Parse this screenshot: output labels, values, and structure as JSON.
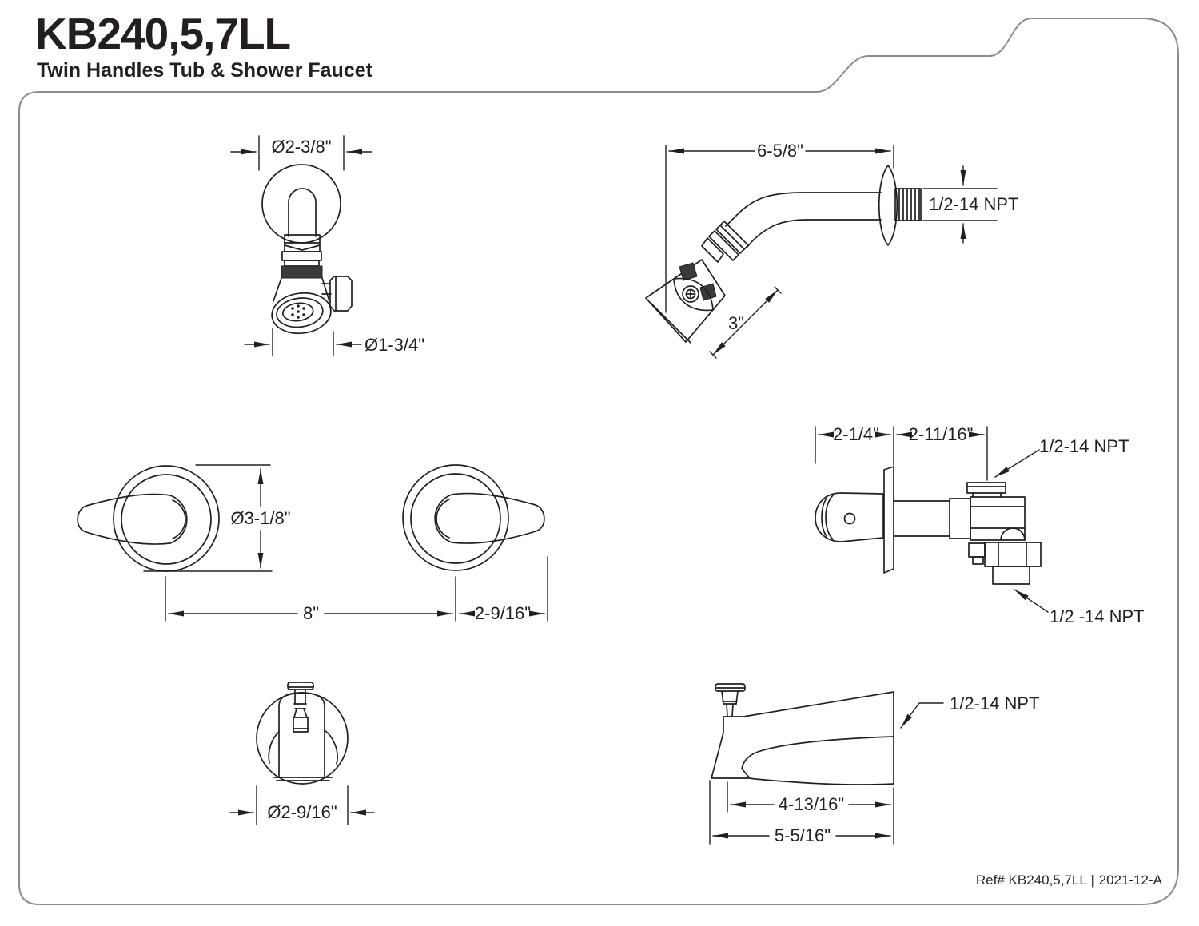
{
  "header": {
    "model": "KB240,5,7LL",
    "subtitle": "Twin Handles Tub & Shower Faucet"
  },
  "footer": {
    "ref_label": "Ref# KB240,5,7LL",
    "separator": "|",
    "revision": "2021-12-A"
  },
  "colors": {
    "line": "#231f20",
    "border": "#8a8d8f",
    "background": "#ffffff"
  },
  "views": {
    "shower_head_front": {
      "dim_escutcheon": "Ø2-3/8\"",
      "dim_face": "Ø1-3/4\""
    },
    "shower_arm_side": {
      "dim_length": "6-5/8\"",
      "thread": "1/2-14 NPT",
      "dim_head": "3\""
    },
    "handles_front": {
      "dim_escutcheon": "Ø3-1/8\"",
      "dim_centers": "8\"",
      "dim_handle": "2-9/16\""
    },
    "valve_side": {
      "dim_handle_depth": "2-1/4\"",
      "dim_valve_depth": "2-11/16\"",
      "thread_top": "1/2-14 NPT",
      "thread_bottom": "1/2 -14 NPT"
    },
    "spout_front": {
      "dim_diameter": "Ø2-9/16\""
    },
    "spout_side": {
      "thread": "1/2-14 NPT",
      "dim_reach_inner": "4-13/16\"",
      "dim_reach_overall": "5-5/16\""
    }
  }
}
